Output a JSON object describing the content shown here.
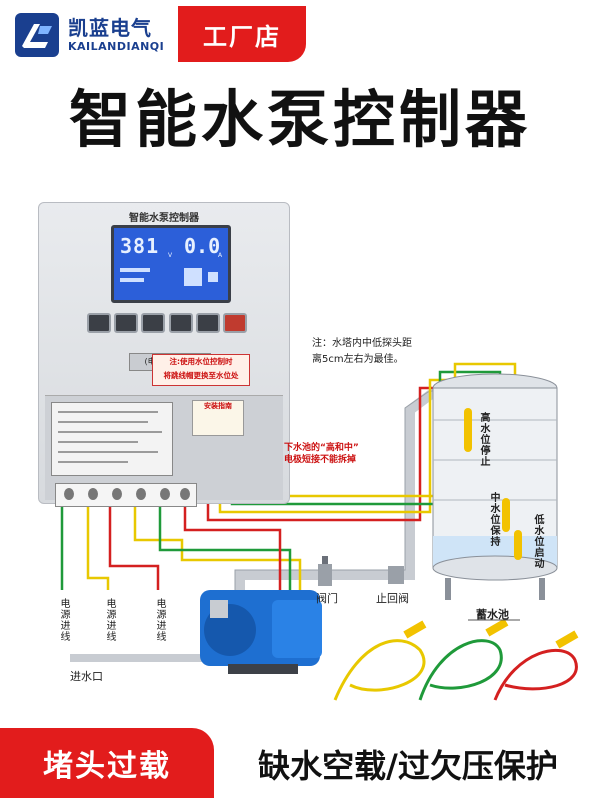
{
  "header": {
    "brand_cn": "凯蓝电气",
    "brand_en": "KAILANDIANQI",
    "store_badge": "工厂店",
    "logo_icon": "kl-logo-icon"
  },
  "title": "智能水泵控制器",
  "controller": {
    "panel_title": "智能水泵控制器",
    "lcd_voltage": "381",
    "lcd_voltage_unit": "V",
    "lcd_current": "0.0",
    "lcd_current_unit": "A",
    "supply_label": "(电源：380V)",
    "notice": "注:使用水位控制时\n将跳线帽更换至水位处",
    "install_label": "安装指南"
  },
  "annotations": {
    "probe_note": "注：水塔内中低探头距\n离5cm左右为最佳。",
    "short_note": "下水池的“高和中”\n电极短接不能拆掉",
    "power_lines": [
      "电源进线",
      "电源进线",
      "电源进线"
    ],
    "valve": "阀门",
    "check_valve": "止回阀",
    "inlet": "进水口",
    "tank_labels": [
      "高水位停止",
      "中水位保持",
      "低水位启动"
    ],
    "reservoir": "蓄水池"
  },
  "footer": {
    "left_badge": "堵头过载",
    "right_text": "缺水空载/过欠压保护"
  },
  "colors": {
    "brand_blue": "#1a3f8f",
    "accent_red": "#e21c1c",
    "lcd_blue": "#2c5fd9",
    "wire_red": "#d42020",
    "wire_yellow": "#e8c800",
    "wire_green": "#1f9a3a"
  }
}
